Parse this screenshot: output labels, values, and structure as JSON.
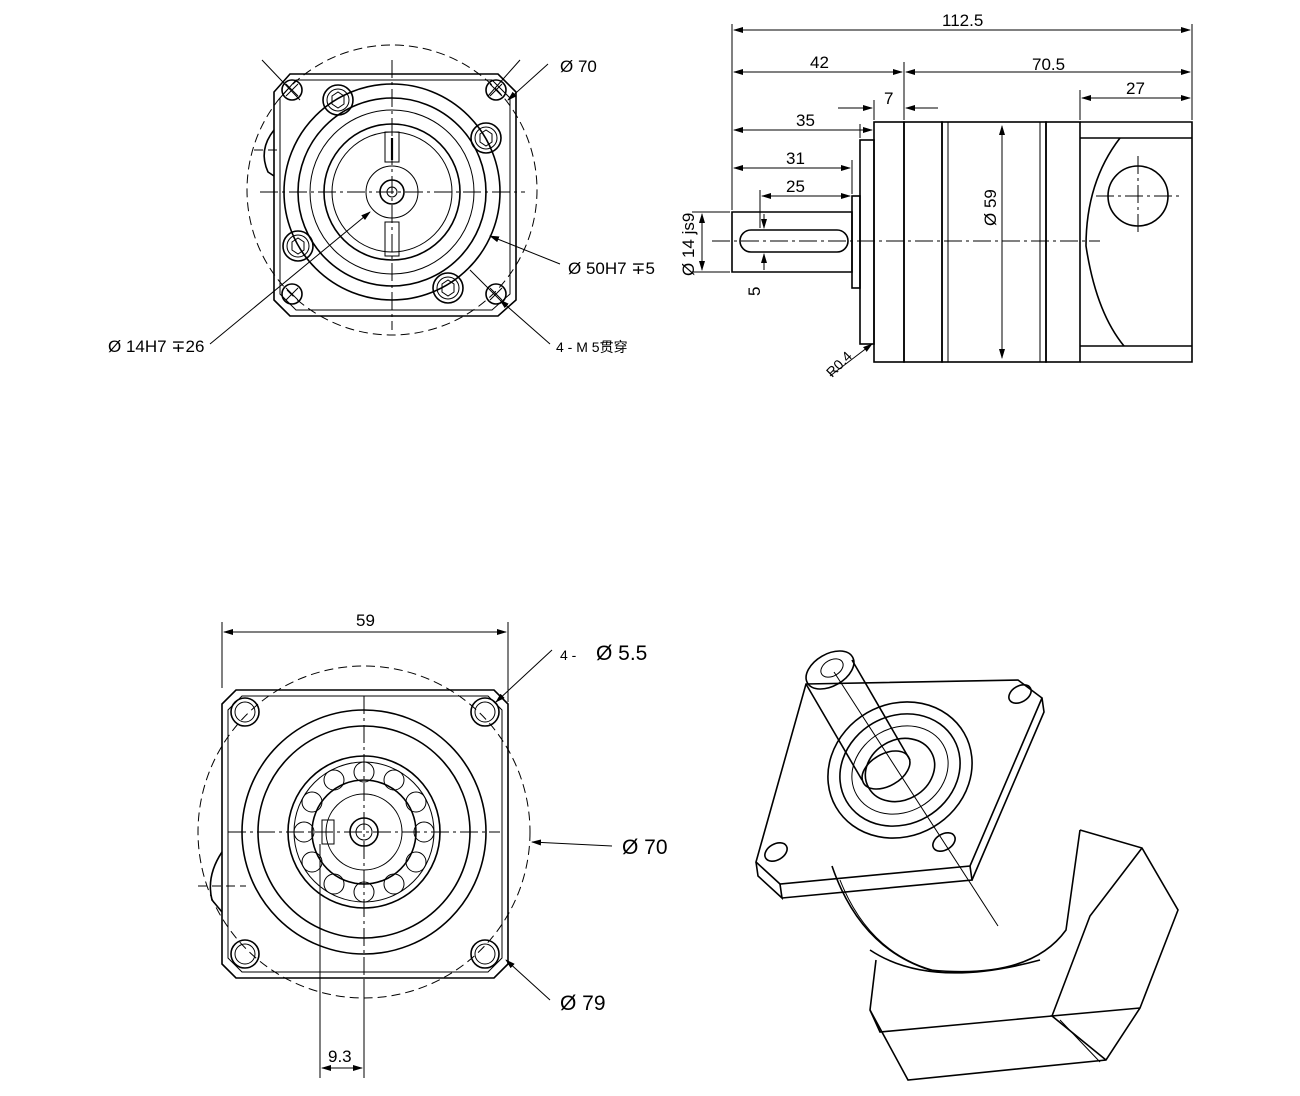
{
  "drawing": {
    "front_view": {
      "labels": {
        "dia70": "Ø 70",
        "dia50": "Ø 50H7 ∓5",
        "dia14": "Ø 14H7 ∓26",
        "holes": "4 - M 5贯穿"
      }
    },
    "side_view": {
      "dims": {
        "overall": "112.5",
        "d42": "42",
        "d70_5": "70.5",
        "d27": "27",
        "d7": "7",
        "d35": "35",
        "d31": "31",
        "d25": "25",
        "dia59": "Ø 59",
        "shaft": "Ø 14 js9",
        "key": "5",
        "radius": "R0.4"
      }
    },
    "rear_view": {
      "labels": {
        "d59": "59",
        "holes": "4 -",
        "hole_dia": "Ø 5.5",
        "dia70": "Ø 70",
        "dia79": "Ø 79",
        "d9_3": "9.3"
      }
    }
  }
}
